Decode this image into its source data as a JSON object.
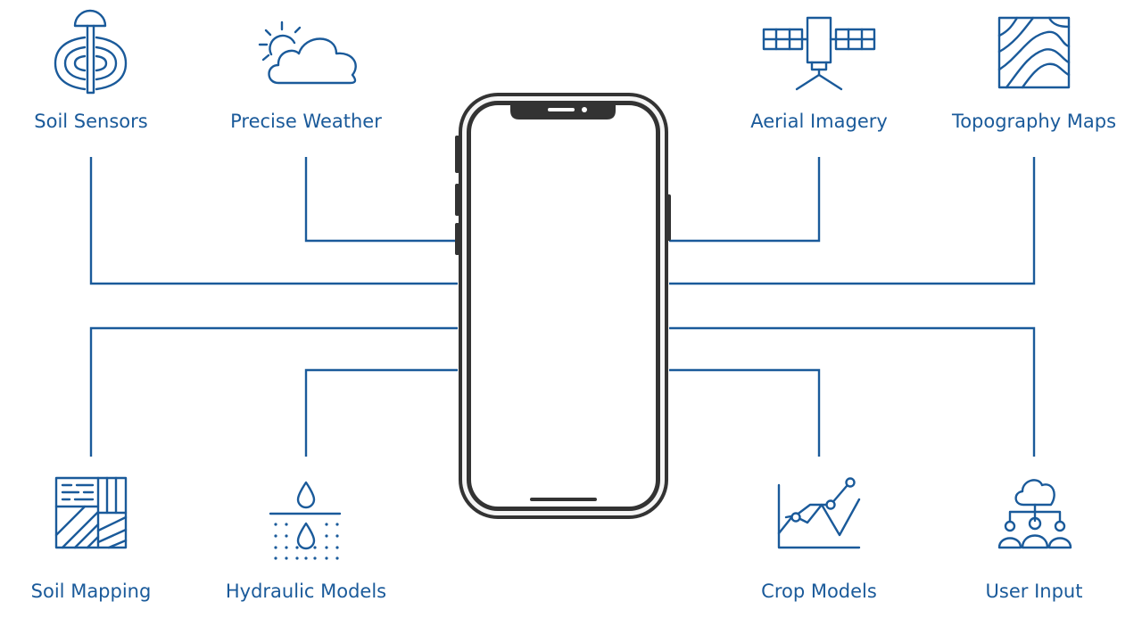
{
  "colors": {
    "accent": "#1a5a9a",
    "phone": "#333333",
    "background": "#ffffff"
  },
  "center": {
    "device": "smartphone",
    "screen": "blank"
  },
  "nodes": [
    {
      "label": "Soil Sensors",
      "icon": "soil-sensor-icon"
    },
    {
      "label": "Precise Weather",
      "icon": "sun-cloud-icon"
    },
    {
      "label": "Aerial Imagery",
      "icon": "satellite-icon"
    },
    {
      "label": "Topography Maps",
      "icon": "topography-map-icon"
    },
    {
      "label": "Soil Mapping",
      "icon": "soil-map-icon"
    },
    {
      "label": "Hydraulic Models",
      "icon": "water-drops-icon"
    },
    {
      "label": "Crop Models",
      "icon": "line-graph-icon"
    },
    {
      "label": "User Input",
      "icon": "cloud-users-icon"
    }
  ]
}
